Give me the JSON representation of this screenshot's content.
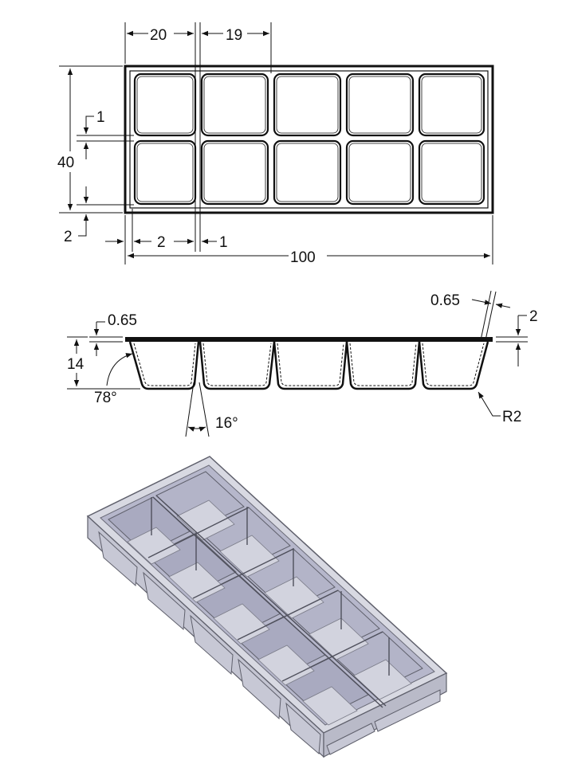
{
  "top_view": {
    "dims": {
      "cell_width": "20",
      "cell_width_2": "19",
      "divider": "1",
      "height": "40",
      "rim_bottom": "2",
      "rim_left": "2",
      "divider_bottom": "1",
      "length": "100"
    }
  },
  "side_view": {
    "dims": {
      "thickness_left": "0.65",
      "thickness_right": "0.65",
      "depth": "14",
      "wall_angle": "78°",
      "taper": "16°",
      "rim_height": "2",
      "radius": "R2"
    }
  },
  "iso_view": {
    "colors": {
      "body": "#c9cad6",
      "interior": "#b7b8cc",
      "rim": "#d8d9e2",
      "edge": "#6a6b78"
    }
  }
}
